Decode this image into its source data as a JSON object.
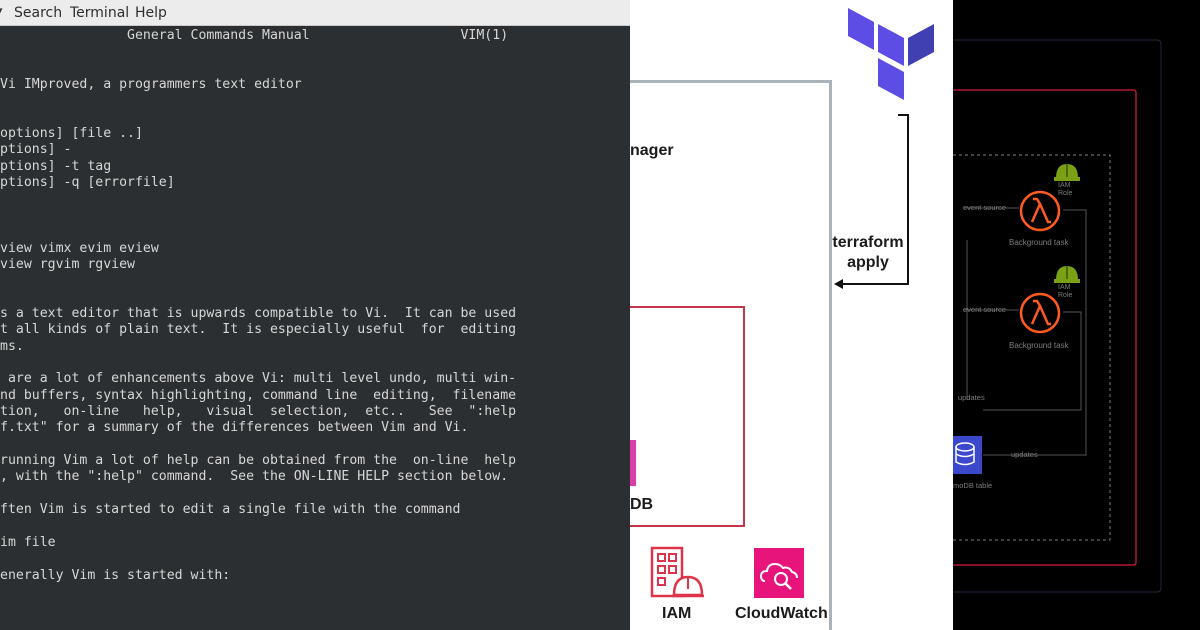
{
  "menubar": {
    "items": [
      "Search",
      "Terminal",
      "Help"
    ]
  },
  "terminal": {
    "lines": [
      "                General Commands Manual                   VIM(1)",
      "",
      "",
      "Vi IMproved, a programmers text editor",
      "",
      "",
      "options] [file ..]",
      "ptions] -",
      "ptions] -t tag",
      "ptions] -q [errorfile]",
      "",
      "",
      "",
      "view vimx evim eview",
      "view rgvim rgview",
      "",
      "",
      "s a text editor that is upwards compatible to Vi.  It can be used",
      "t all kinds of plain text.  It is especially useful  for  editing",
      "ms.",
      "",
      " are a lot of enhancements above Vi: multi level undo, multi win-",
      "nd buffers, syntax highlighting, command line  editing,  filename",
      "tion,   on-line   help,   visual  selection,  etc..   See  \":help",
      "f.txt\" for a summary of the differences between Vim and Vi.",
      "",
      "running Vim a lot of help can be obtained from the  on-line  help",
      ", with the \":help\" command.  See the ON-LINE HELP section below.",
      "",
      "ften Vim is started to edit a single file with the command",
      "",
      "im file",
      "",
      "enerally Vim is started with:"
    ]
  },
  "diagram": {
    "manager_label": "nager",
    "db_label": "DB",
    "terraform_apply": "terraform apply",
    "iam_label": "IAM",
    "cloudwatch_label": "CloudWatch",
    "colors": {
      "terraform": "#5c4ee5",
      "box_border": "#aab3b9",
      "red_box": "#c7354a",
      "iam": "#dd344c",
      "cloudwatch": "#e7157b"
    }
  },
  "dark_diagram": {
    "event_source_1": "event source",
    "event_source_2": "event source",
    "iam_role_1": "IAM\nRole",
    "iam_role_2": "IAM\nRole",
    "task_1": "Background task",
    "task_2": "Background task",
    "updates_1": "updates",
    "updates_2": "updates",
    "table_label": "moDB table",
    "colors": {
      "lambda": "#ff5a1f",
      "hardhat": "#7aa116",
      "dynamodb": "#3b48cc",
      "frame": "#e01b3c"
    }
  }
}
